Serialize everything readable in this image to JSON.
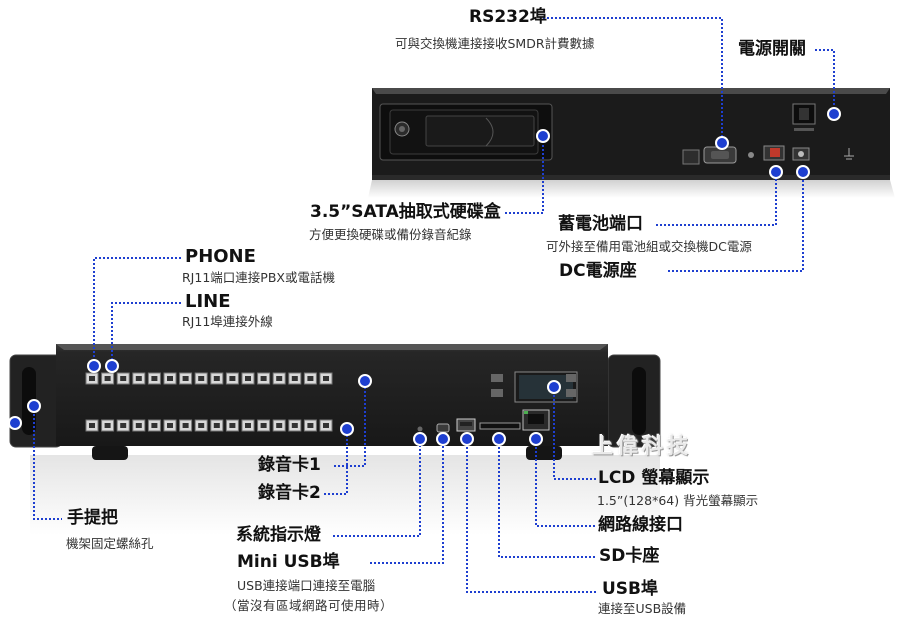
{
  "callouts": {
    "rs232": {
      "title": "RS232埠",
      "desc": "可與交換機連接接收SMDR計費數據"
    },
    "power_switch": {
      "title": "電源開關"
    },
    "sata": {
      "title": "3.5”SATA抽取式硬碟盒",
      "desc": "方便更換硬碟或備份錄音紀錄"
    },
    "battery": {
      "title": "蓄電池端口",
      "desc": "可外接至備用電池組或交換機DC電源"
    },
    "dc": {
      "title": "DC電源座"
    },
    "phone": {
      "title": "PHONE",
      "desc": "RJ11端口連接PBX或電話機"
    },
    "line": {
      "title": "LINE",
      "desc": "RJ11埠連接外線"
    },
    "card1": {
      "title": "錄音卡1"
    },
    "card2": {
      "title": "錄音卡2"
    },
    "handle": {
      "title": "手提把",
      "desc": "機架固定螺絲孔"
    },
    "system": {
      "title": "系統指示燈"
    },
    "mini_usb": {
      "title": "Mini USB埠",
      "desc": "USB連接端口連接至電腦",
      "desc2": "（當沒有區域網路可使用時）"
    },
    "usb": {
      "title": "USB埠",
      "desc": "連接至USB設備"
    },
    "sd": {
      "title": "SD卡座"
    },
    "network": {
      "title": "網路線接口"
    },
    "lcd": {
      "title": "LCD 螢幕顯示",
      "desc": "1.5”(128*64) 背光螢幕顯示"
    }
  },
  "brand": {
    "text": "上偉科技"
  },
  "colors": {
    "accent": "#1e3fd0",
    "device": "#1c1c1c"
  }
}
